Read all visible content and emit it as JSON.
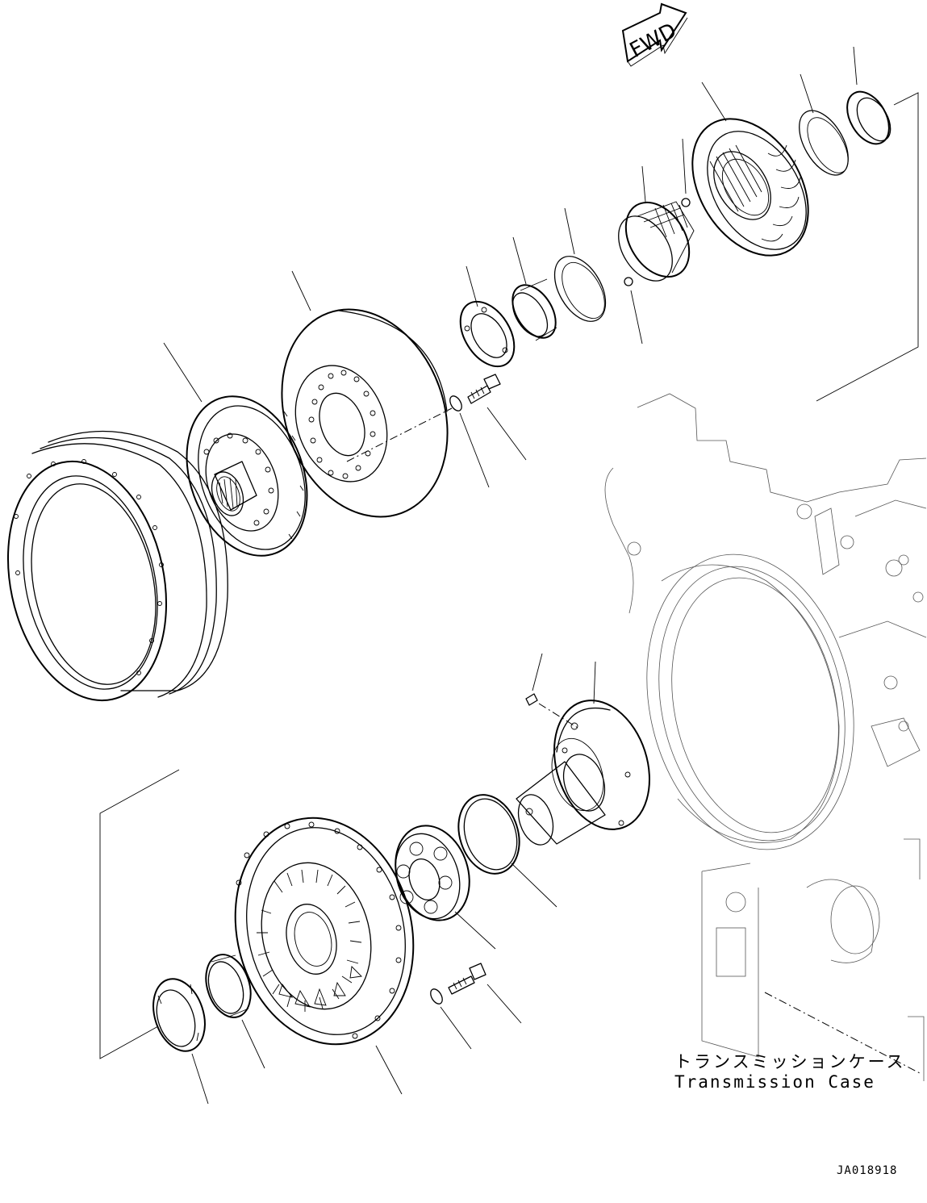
{
  "direction_arrow": {
    "label": "FWD"
  },
  "transmission_case": {
    "label_jp": "トランスミッションケース",
    "label_en": "Transmission Case"
  },
  "drawing_id": "JA018918"
}
